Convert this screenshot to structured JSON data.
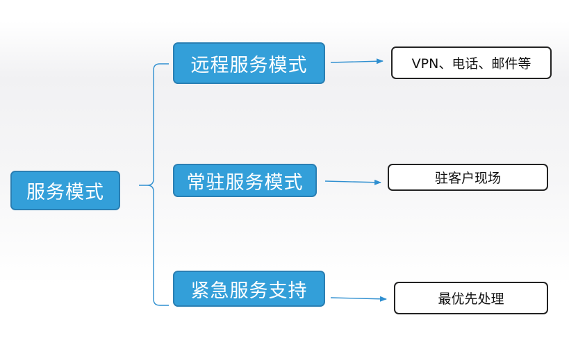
{
  "diagram": {
    "root": {
      "label": "服务模式"
    },
    "modes": [
      {
        "label": "远程服务模式",
        "detail": "VPN、电话、邮件等"
      },
      {
        "label": "常驻服务模式",
        "detail": "驻客户现场"
      },
      {
        "label": "紧急服务支持",
        "detail": "最优先处理"
      }
    ],
    "colors": {
      "node_fill": "#339fd9",
      "node_border": "#2a7fb3",
      "connector": "#2f8fd0",
      "detail_border": "#222222"
    }
  }
}
